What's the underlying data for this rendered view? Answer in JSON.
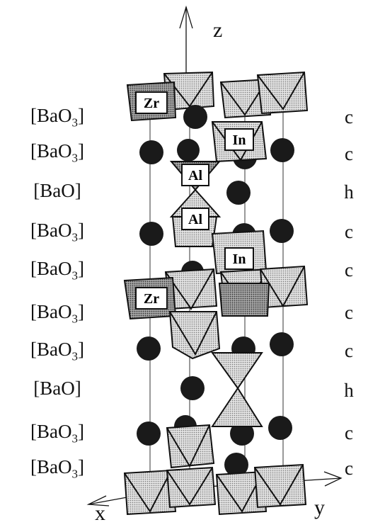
{
  "axes": {
    "z": "z",
    "x": "x",
    "y": "y"
  },
  "layers": [
    {
      "prefix": "[BaO",
      "sub": "3",
      "suffix": "]",
      "stacking": "c"
    },
    {
      "prefix": "[BaO",
      "sub": "3",
      "suffix": "]",
      "stacking": "c"
    },
    {
      "prefix": "[BaO]",
      "sub": "",
      "suffix": "",
      "stacking": "h"
    },
    {
      "prefix": "[BaO",
      "sub": "3",
      "suffix": "]",
      "stacking": "c"
    },
    {
      "prefix": "[BaO",
      "sub": "3",
      "suffix": "]",
      "stacking": "c"
    },
    {
      "prefix": "[BaO",
      "sub": "3",
      "suffix": "]",
      "stacking": "c"
    },
    {
      "prefix": "[BaO",
      "sub": "3",
      "suffix": "]",
      "stacking": "c"
    },
    {
      "prefix": "[BaO]",
      "sub": "",
      "suffix": "",
      "stacking": "h"
    },
    {
      "prefix": "[BaO",
      "sub": "3",
      "suffix": "]",
      "stacking": "c"
    },
    {
      "prefix": "[BaO",
      "sub": "3",
      "suffix": "]",
      "stacking": "c"
    }
  ],
  "site_labels": {
    "zr_top": "Zr",
    "in_top": "In",
    "al_top": "Al",
    "al_bottom": "Al",
    "in_mid": "In",
    "zr_mid": "Zr"
  },
  "colors": {
    "atom": "#1a1a1a",
    "polyhedron_fill": "#cfcfcf",
    "polyhedron_shade": "#8a8a8a",
    "line": "#111111"
  }
}
